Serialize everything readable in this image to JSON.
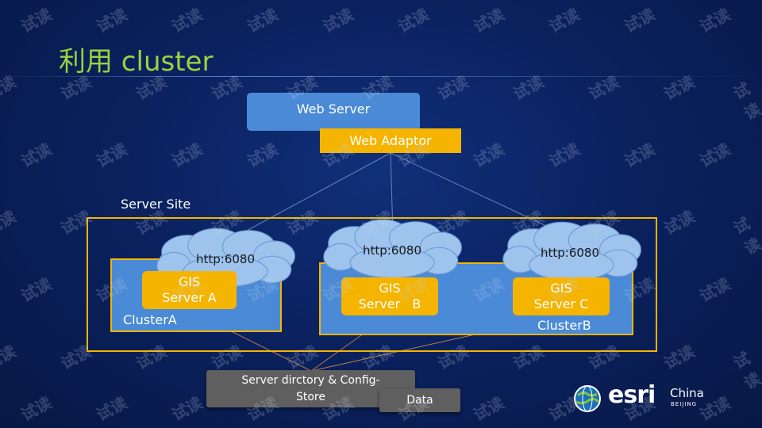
{
  "title": "利用 cluster",
  "web_server": "Web Server",
  "web_adaptor": "Web Adaptor",
  "server_site": "Server Site",
  "clouds": [
    "http:6080",
    "http:6080",
    "http:6080"
  ],
  "gis_servers": [
    {
      "line1": "GIS",
      "line2": "Server A"
    },
    {
      "line1": "GIS",
      "line2": "Server   B"
    },
    {
      "line1": "GIS",
      "line2": "Server C"
    }
  ],
  "clusters": {
    "a": "ClusterA",
    "b": "ClusterB"
  },
  "store": {
    "line1": "Server dirctory & Config-",
    "line2": "Store"
  },
  "data_box": "Data",
  "logo": {
    "brand": "esri",
    "china": "China",
    "beijing": "BEIJING"
  },
  "watermark": "试读",
  "colors": {
    "accent_orange": "#f5b400",
    "cluster_blue": "#4a8ad6",
    "title_green": "#9cd23f",
    "background": "#0b2260"
  }
}
